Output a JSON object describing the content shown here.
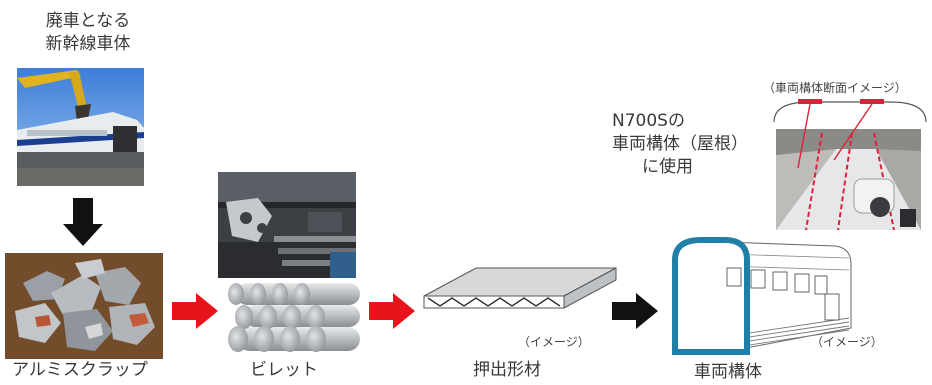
{
  "labels": {
    "source_line1": "廃車となる",
    "source_line2": "新幹線車体",
    "scrap": "アルミスクラップ",
    "billet": "ビレット",
    "extrusion": "押出形材",
    "body": "車両構体",
    "image_note_1": "（イメージ）",
    "image_note_2": "（イメージ）",
    "section_note": "（車両構体断面イメージ）",
    "use_line1": "N700Sの",
    "use_line2": "車両構体（屋根）",
    "use_line3": "に使用"
  },
  "colors": {
    "flow_arrow": "#e8141c",
    "final_arrow": "#111111",
    "down_arrow": "#111111",
    "highlight": "#e0203a"
  }
}
